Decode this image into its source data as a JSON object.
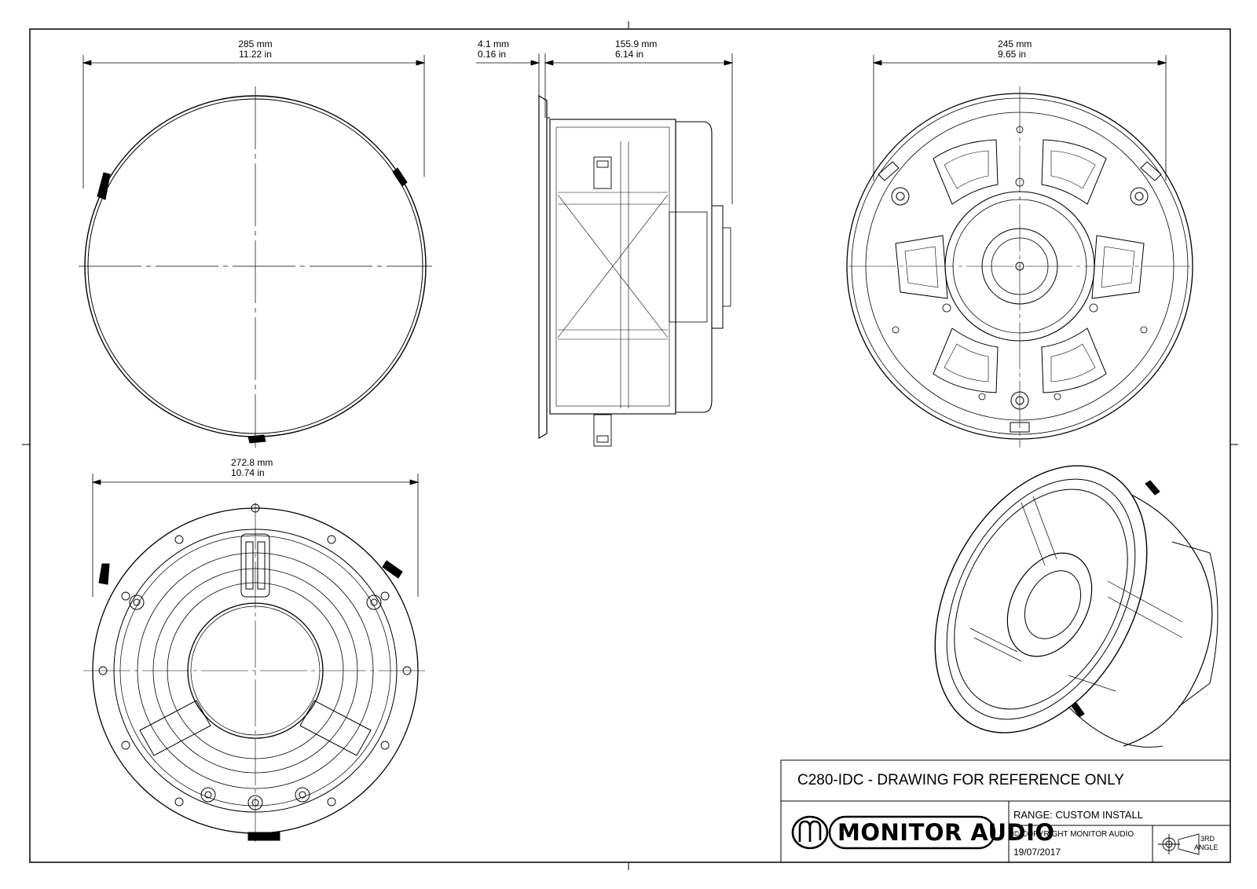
{
  "dimensions": {
    "front_diameter": {
      "mm": "285 mm",
      "in": "11.22 in"
    },
    "flange_depth": {
      "mm": "4.1 mm",
      "in": "0.16 in"
    },
    "body_depth": {
      "mm": "155.9 mm",
      "in": "6.14 in"
    },
    "cutout_diameter": {
      "mm": "245 mm",
      "in": "9.65 in"
    },
    "rear_diameter": {
      "mm": "272.8 mm",
      "in": "10.74 in"
    }
  },
  "title_block": {
    "title": "C280-IDC - DRAWING FOR REFERENCE ONLY",
    "brand": "MONITOR AUDIO",
    "range": "RANGE: CUSTOM INSTALL",
    "copyright": "© COPYRIGHT MONITOR AUDIO",
    "date": "19/07/2017",
    "projection_line1": "3RD",
    "projection_line2": "ANGLE"
  },
  "icons": {
    "logo": "monitor-audio-logo-icon",
    "projection": "third-angle-projection-icon"
  },
  "colors": {
    "line": "#000000",
    "background": "#ffffff"
  }
}
